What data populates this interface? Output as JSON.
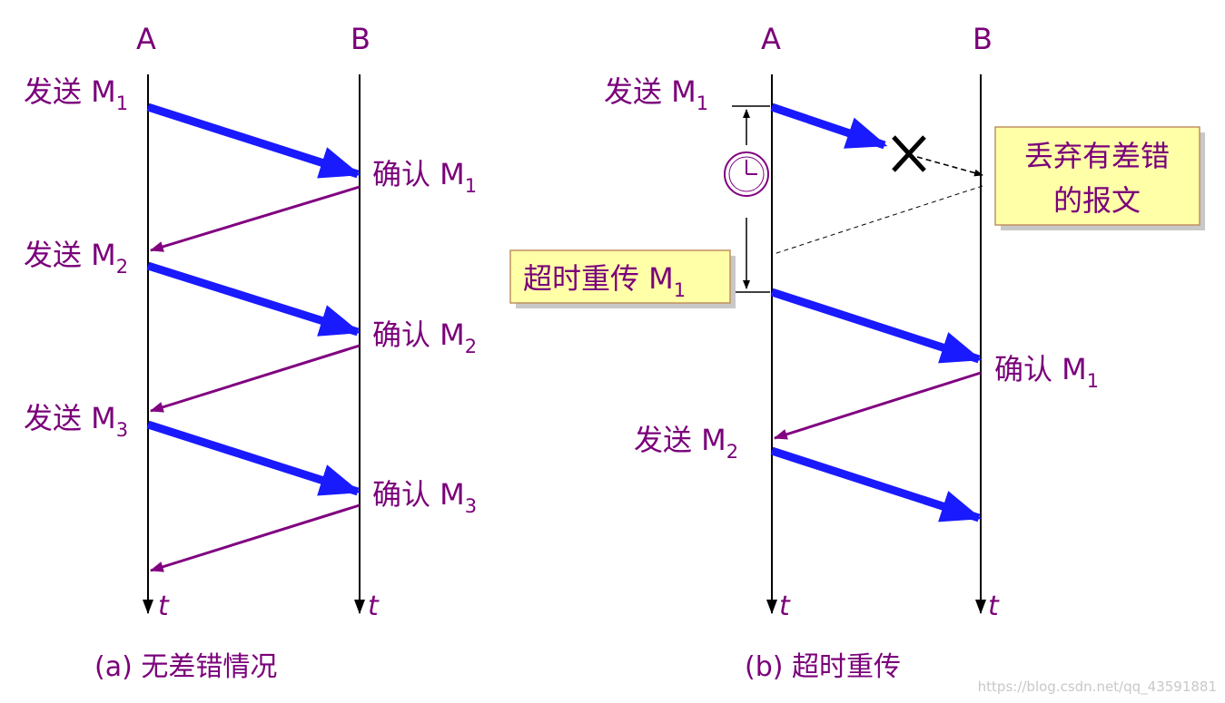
{
  "panel_a": {
    "node_a": "A",
    "node_b": "B",
    "axis_a": "t",
    "axis_b": "t",
    "send_1": "发送 M",
    "send_1_sub": "1",
    "ack_1": "确认 M",
    "ack_1_sub": "1",
    "send_2": "发送 M",
    "send_2_sub": "2",
    "ack_2": "确认 M",
    "ack_2_sub": "2",
    "send_3": "发送 M",
    "send_3_sub": "3",
    "ack_3": "确认 M",
    "ack_3_sub": "3",
    "caption": "(a) 无差错情况"
  },
  "panel_b": {
    "node_a": "A",
    "node_b": "B",
    "axis_a": "t",
    "axis_b": "t",
    "send_1": "发送 M",
    "send_1_sub": "1",
    "discard_line1": "丢弃有差错",
    "discard_line2": "的报文",
    "timeout": "超时重传 M",
    "timeout_sub": "1",
    "ack_1": "确认 M",
    "ack_1_sub": "1",
    "send_2": "发送 M",
    "send_2_sub": "2",
    "caption": "(b) 超时重传"
  },
  "watermark": "https://blog.csdn.net/qq_43591881",
  "colors": {
    "send_arrow": "#1a1aff",
    "ack_arrow": "#800080",
    "label_text": "#7a007a",
    "box_fill": "#ffffa8"
  }
}
